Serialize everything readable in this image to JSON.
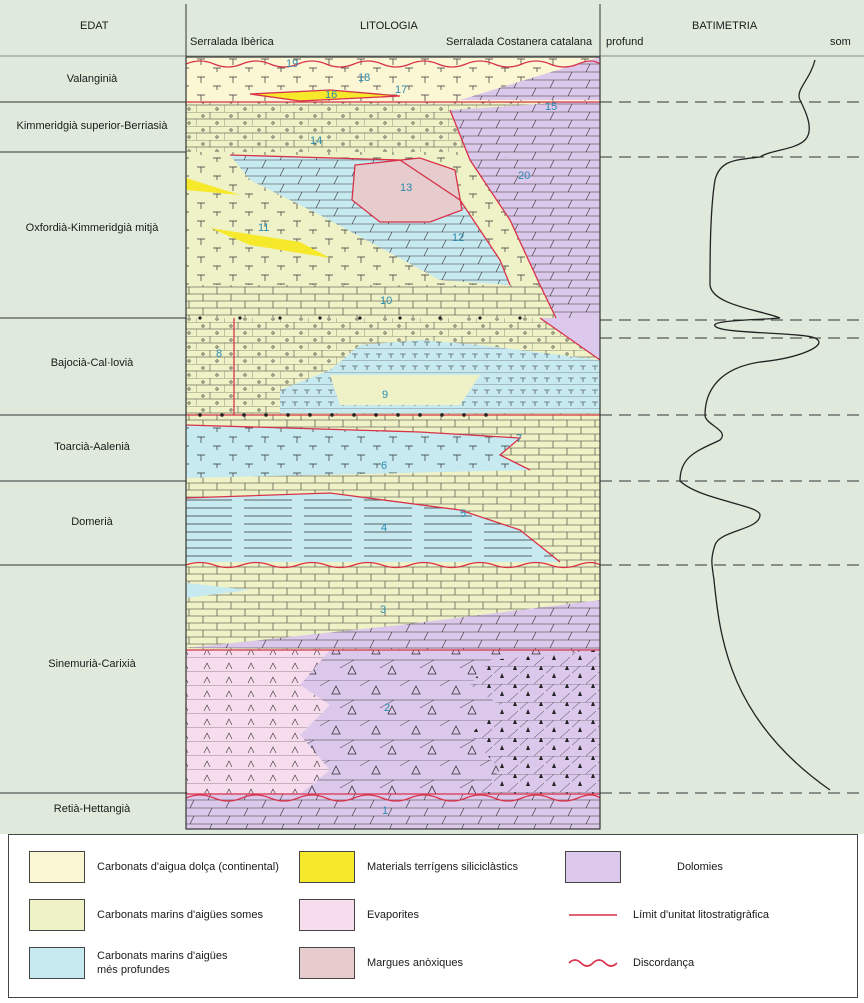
{
  "header": {
    "age_title": "EDAT",
    "lithology_title": "LITOLOGIA",
    "left_range": "Serralada Ibèrica",
    "right_range": "Serralada Costanera catalana",
    "bathymetry_title": "BATIMETRIA",
    "deep_label": "profund",
    "shallow_label": "som"
  },
  "ages": [
    {
      "label": "Valanginià"
    },
    {
      "label": "Kimmeridgià superior-Berriasià"
    },
    {
      "label": "Oxfordià-Kimmeridgià mitjà"
    },
    {
      "label": "Bajocià-Cal·lovià"
    },
    {
      "label": "Toarcià-Aalenià"
    },
    {
      "label": "Domerià"
    },
    {
      "label": "Sinemurià-Carixià"
    },
    {
      "label": "Retià-Hettangià"
    }
  ],
  "units": [
    "1",
    "2",
    "3",
    "4",
    "5",
    "6",
    "7",
    "8",
    "9",
    "10",
    "11",
    "12",
    "13",
    "14",
    "15",
    "16",
    "17",
    "18",
    "19",
    "20"
  ],
  "legend": [
    {
      "label": "Carbonats d'aigua dolça (continental)",
      "color": "#fbf6d4",
      "kind": "fill"
    },
    {
      "label": "Materials terrígens siliciclàstics",
      "color": "#f6e82a",
      "kind": "fill"
    },
    {
      "label": "Dolomies",
      "color": "#dcc8ea",
      "kind": "fill"
    },
    {
      "label": "Carbonats marins d'aigües somes",
      "color": "#eef2c6",
      "kind": "fill"
    },
    {
      "label": "Evaporites",
      "color": "#f6dcec",
      "kind": "fill"
    },
    {
      "label": "Límit d'unitat litostratigràfica",
      "color": "#d8324a",
      "kind": "line"
    },
    {
      "label": "Carbonats marins d'aigües\nmés profundes",
      "color": "#c6eaf0",
      "kind": "fill"
    },
    {
      "label": "Margues anòxiques",
      "color": "#e6cccc",
      "kind": "fill"
    },
    {
      "label": "Discordança",
      "color": "#d8324a",
      "kind": "wave"
    }
  ],
  "colors": {
    "background": "#dfeadc",
    "freshwater": "#fbf6d4",
    "terrigenous": "#f6e82a",
    "dolomite": "#dcc8ea",
    "shallow_marine": "#eef2c6",
    "evaporite": "#f6dcec",
    "deep_marine": "#c6eaf0",
    "anoxic": "#e6cccc",
    "boundary": "#d8324a",
    "ink": "#222222"
  }
}
